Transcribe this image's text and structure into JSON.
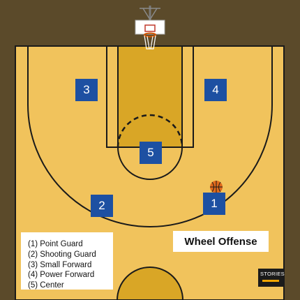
{
  "title": "Wheel Offense",
  "legend": [
    "(1) Point Guard",
    "(2) Shooting Guard",
    "(3) Small Forward",
    "(4) Power Forward",
    "(5) Center"
  ],
  "players": [
    {
      "id": "1",
      "role": "Point Guard"
    },
    {
      "id": "2",
      "role": "Shooting Guard"
    },
    {
      "id": "3",
      "role": "Small Forward"
    },
    {
      "id": "4",
      "role": "Power Forward"
    },
    {
      "id": "5",
      "role": "Center"
    }
  ],
  "logo": "STORIES",
  "colors": {
    "background": "#5b4a2a",
    "court": "#f1c35c",
    "lane": "#d9a626",
    "lines": "#1a1a1a",
    "player": "#1d50a2",
    "ball": "#e06a1c"
  }
}
